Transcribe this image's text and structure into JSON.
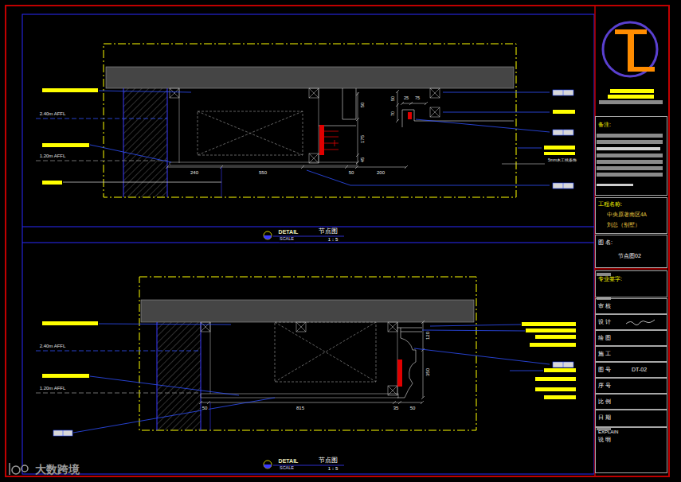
{
  "diagram": {
    "nodes": [
      {
        "text": [
          "备注:"
        ]
      },
      {
        "text": [
          "工程名称:",
          "中央原著南区4A",
          "刘总（别墅）"
        ]
      },
      {
        "text": [
          "图 名:",
          "节点图02"
        ]
      },
      {
        "text": [
          "专业签字:"
        ]
      },
      {
        "text": [
          "审 核"
        ]
      },
      {
        "text": [
          "设 计"
        ]
      },
      {
        "text": [
          "绘 图"
        ]
      },
      {
        "text": [
          "施 工"
        ]
      },
      {
        "text": [
          "图 号",
          "DT-02"
        ]
      },
      {
        "text": [
          "序 号"
        ]
      },
      {
        "text": [
          "比 例"
        ]
      },
      {
        "text": [
          "日 期"
        ]
      },
      {
        "text": [
          "EXPLAIN",
          "说 明"
        ]
      }
    ],
    "labels": [
      "2.40m AFFL",
      "1.20m AFFL",
      "240",
      "550",
      "50",
      "200",
      "50",
      "175",
      "45",
      "50",
      "25",
      "75",
      "70",
      "5mm木工线条饰",
      "2.40m AFFL",
      "1.20m AFFL",
      "50",
      "815",
      "35",
      "50",
      "120",
      "350",
      "DETAIL",
      "节点图",
      "SCALE",
      "1：5",
      "DETAIL",
      "节点图",
      "SCALE",
      "1：5",
      "大数跨境"
    ]
  }
}
